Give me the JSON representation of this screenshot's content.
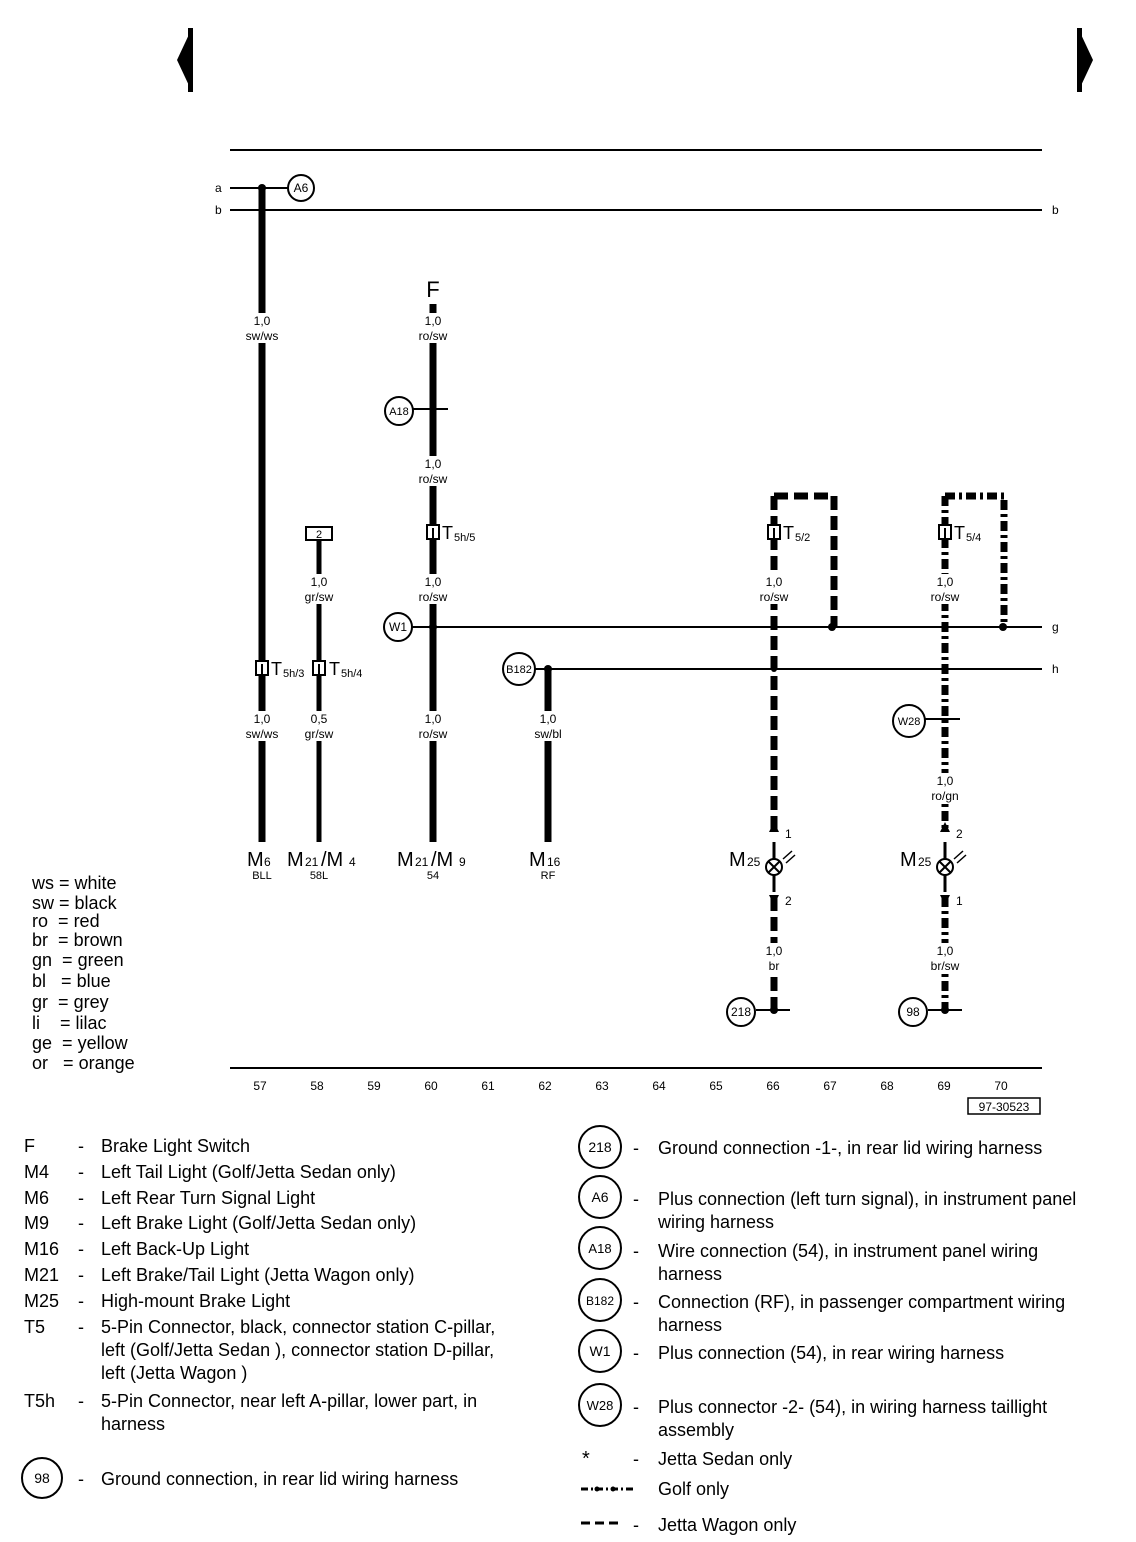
{
  "diagram": {
    "rails": {
      "a": "a",
      "b": "b",
      "g": "g",
      "h": "h"
    },
    "columns": [
      "57",
      "58",
      "59",
      "60",
      "61",
      "62",
      "63",
      "64",
      "65",
      "66",
      "67",
      "68",
      "69",
      "70"
    ],
    "doc_number": "97-30523",
    "components": {
      "F": "F",
      "M6": {
        "main": "M",
        "sub": "6",
        "pin": "BLL"
      },
      "M21_M4": {
        "main1": "M",
        "sub1": "21",
        "sep": "/M",
        "sub2": "4",
        "pin": "58L"
      },
      "M21_M9": {
        "main1": "M",
        "sub1": "21",
        "sep": "/M",
        "sub2": "9",
        "pin": "54"
      },
      "M16": {
        "main": "M",
        "sub": "16",
        "pin": "RF"
      },
      "M25a": {
        "main": "M",
        "sub": "25"
      },
      "M25b": {
        "main": "M",
        "sub": "25"
      }
    },
    "connectors": {
      "T5h3": {
        "main": "T",
        "sub": "5h/3"
      },
      "T5h4": {
        "main": "T",
        "sub": "5h/4"
      },
      "T5h5": {
        "main": "T",
        "sub": "5h/5"
      },
      "T52": {
        "main": "T",
        "sub": "5/2"
      },
      "T54": {
        "main": "T",
        "sub": "5/4"
      }
    },
    "circles": {
      "A6": "A6",
      "A18": "A18",
      "W1": "W1",
      "B182": "B182",
      "W28": "W28",
      "c218": "218",
      "c98": "98"
    },
    "box2": "2",
    "pins": {
      "m25a_top": "1",
      "m25a_bot": "2",
      "m25b_top": "2",
      "m25b_bot": "1"
    },
    "wires": {
      "w1": {
        "size": "1,0",
        "color": "sw/ws"
      },
      "w2": {
        "size": "1,0",
        "color": "ro/sw"
      },
      "w3": {
        "size": "1,0",
        "color": "ro/sw"
      },
      "w4": {
        "size": "1,0",
        "color": "gr/sw"
      },
      "w5": {
        "size": "1,0",
        "color": "ro/sw"
      },
      "w6": {
        "size": "1,0",
        "color": "ro/sw"
      },
      "w7": {
        "size": "1,0",
        "color": "ro/sw"
      },
      "w8": {
        "size": "1,0",
        "color": "sw/ws"
      },
      "w9": {
        "size": "0,5",
        "color": "gr/sw"
      },
      "w10": {
        "size": "1,0",
        "color": "ro/sw"
      },
      "w11": {
        "size": "1,0",
        "color": "sw/bl"
      },
      "w12": {
        "size": "1,0",
        "color": "ro/gn"
      },
      "w13": {
        "size": "1,0",
        "color": "br"
      },
      "w14": {
        "size": "1,0",
        "color": "br/sw"
      }
    }
  },
  "color_key": [
    {
      "code": "ws",
      "eq": "=",
      "name": "white"
    },
    {
      "code": "sw",
      "eq": "=",
      "name": "black"
    },
    {
      "code": "ro",
      "eq": "=",
      "name": "red"
    },
    {
      "code": "br",
      "eq": "=",
      "name": "brown"
    },
    {
      "code": "gn",
      "eq": "=",
      "name": "green"
    },
    {
      "code": "bl",
      "eq": "=",
      "name": "blue"
    },
    {
      "code": "gr",
      "eq": "=",
      "name": "grey"
    },
    {
      "code": "li",
      "eq": "=",
      "name": "lilac"
    },
    {
      "code": "ge",
      "eq": "=",
      "name": "yellow"
    },
    {
      "code": "or",
      "eq": "=",
      "name": "orange"
    }
  ],
  "legend_left": [
    {
      "code": "F",
      "dash": "-",
      "desc": "Brake Light Switch"
    },
    {
      "code": "M4",
      "dash": "-",
      "desc": "Left Tail Light (Golf/Jetta Sedan only)"
    },
    {
      "code": "M6",
      "dash": "-",
      "desc": "Left Rear Turn Signal Light"
    },
    {
      "code": "M9",
      "dash": "-",
      "desc": "Left Brake Light (Golf/Jetta Sedan only)"
    },
    {
      "code": "M16",
      "dash": "-",
      "desc": "Left Back-Up Light"
    },
    {
      "code": "M21",
      "dash": "-",
      "desc": "Left Brake/Tail Light (Jetta Wagon only)"
    },
    {
      "code": "M25",
      "dash": "-",
      "desc": "High-mount Brake Light"
    },
    {
      "code": "T5",
      "dash": "-",
      "desc": "5-Pin Connector, black, connector station C-pillar, left (Golf/Jetta Sedan ), connector station D-pillar, left (Jetta Wagon )"
    },
    {
      "code": "T5h",
      "dash": "-",
      "desc": "5-Pin Connector, near left A-pillar, lower part, in harness"
    },
    {
      "code": "98",
      "dash": "-",
      "desc": "Ground connection, in rear lid wiring harness"
    }
  ],
  "legend_right": [
    {
      "code": "218",
      "dash": "-",
      "desc": "Ground connection -1-, in rear lid wiring harness"
    },
    {
      "code": "A6",
      "dash": "-",
      "desc": "Plus connection (left turn signal), in instrument panel wiring harness"
    },
    {
      "code": "A18",
      "dash": "-",
      "desc": "Wire connection (54), in instrument panel wiring harness"
    },
    {
      "code": "B182",
      "dash": "-",
      "desc": "Connection (RF), in passenger compartment wiring harness"
    },
    {
      "code": "W1",
      "dash": "-",
      "desc": "Plus connection (54), in rear wiring harness"
    },
    {
      "code": "W28",
      "dash": "-",
      "desc": "Plus connector -2- (54), in wiring harness taillight assembly"
    },
    {
      "code": "*",
      "dash": "-",
      "desc": "Jetta Sedan only"
    },
    {
      "code": "",
      "dash": "",
      "desc": "Golf only"
    },
    {
      "code": "",
      "dash": "-",
      "desc": "Jetta Wagon only"
    }
  ]
}
